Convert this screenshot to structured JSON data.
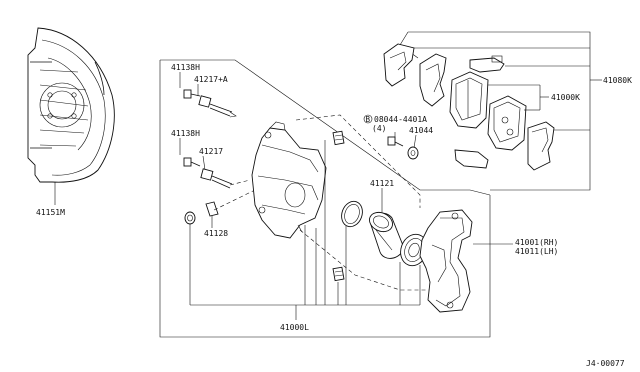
{
  "parts": {
    "backing_plate": "41151M",
    "bolt_upper": "41138H",
    "pin_upper": "41217+A",
    "bolt_lower": "41138H",
    "pin_lower": "41217",
    "bushing": "41128",
    "bleeder_bolt": "08044-4401A",
    "bleeder_qty": "(4)",
    "bleeder_prefix": "B",
    "washer": "41044",
    "piston": "41121",
    "pad_kit": "41080K",
    "pad_set": "41000K",
    "torque_member_rh": "41001(RH)",
    "torque_member_lh": "41011(LH)",
    "caliper_assembly": "41000L"
  },
  "footer": {
    "diagram_id": "J4·00077"
  }
}
